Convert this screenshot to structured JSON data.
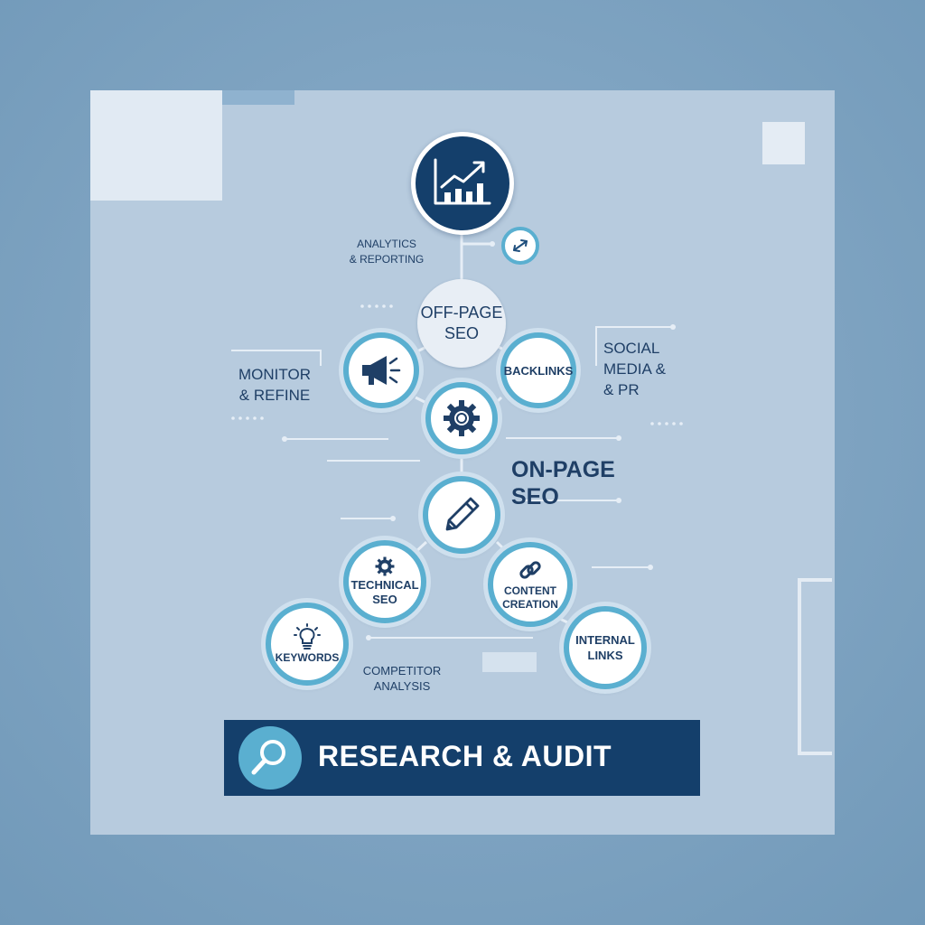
{
  "diagram": {
    "top_node": {
      "icon": "growth-chart-icon"
    },
    "link_node": {
      "icon": "link-arrows-icon"
    },
    "labels": {
      "analytics": "ANALYTICS\n& REPORTING",
      "off_page": "OFF-PAGE\nSEO",
      "monitor": "MONITOR\n& REFINE",
      "social": "SOCIAL\nMEDIA &\n& PR",
      "on_page": "ON-PAGE SEO",
      "competitor": "COMPETITOR\nANALYSIS"
    },
    "nodes": {
      "megaphone": {
        "icon": "megaphone-icon"
      },
      "backlinks": {
        "text": "BACKLINKS"
      },
      "gear": {
        "icon": "gear-icon"
      },
      "pencil": {
        "icon": "pencil-icon"
      },
      "technical": {
        "icon": "gear-icon",
        "text": "TECHNICAL\nSEO"
      },
      "content": {
        "icon": "chain-link-icon",
        "text": "CONTENT\nCREATION"
      },
      "keywords": {
        "icon": "lightbulb-icon",
        "text": "KEYWORDS"
      },
      "internal": {
        "text": "INTERNAL\nLINKS"
      }
    },
    "banner": {
      "icon": "magnifier-icon",
      "title": "RESEARCH & AUDIT"
    }
  },
  "colors": {
    "navy": "#143f6b",
    "accent": "#5aafd0",
    "panel": "#b7cbde",
    "background": "#7ea3c1"
  }
}
